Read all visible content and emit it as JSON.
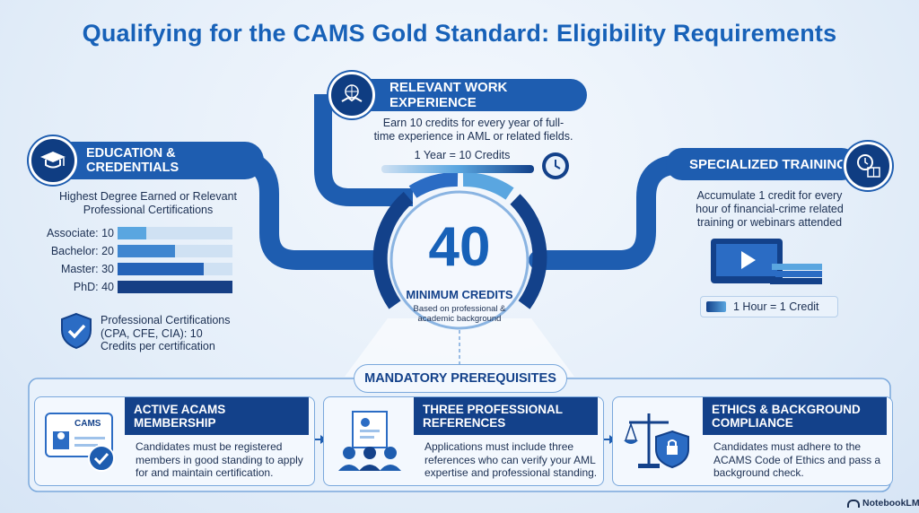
{
  "title": "Qualifying for the CAMS Gold Standard: Eligibility Requirements",
  "work_experience": {
    "heading": "RELEVANT WORK EXPERIENCE",
    "description": "Earn 10 credits for every year of full-time experience in AML or related fields.",
    "rate": "1 Year = 10 Credits"
  },
  "education": {
    "heading": "EDUCATION & CREDENTIALS",
    "subheading": "Highest Degree Earned or Relevant Professional Certifications",
    "degrees": [
      {
        "label": "Associate: 10",
        "value": 10,
        "color": "#5aa6e0"
      },
      {
        "label": "Bachelor: 20",
        "value": 20,
        "color": "#3f86d0"
      },
      {
        "label": "Master: 30",
        "value": 30,
        "color": "#2563b8"
      },
      {
        "label": "PhD: 40",
        "value": 40,
        "color": "#163f85"
      }
    ],
    "max_value": 40,
    "certifications": "Professional Certifications (CPA, CFE, CIA): 10 Credits per certification"
  },
  "training": {
    "heading": "SPECIALIZED TRAINING",
    "description": "Accumulate 1 credit for every hour of financial-crime related training or webinars attended",
    "rate": "1 Hour = 1 Credit"
  },
  "center": {
    "value": "40",
    "label": "MINIMUM CREDITS",
    "sublabel": "Based on professional & academic background"
  },
  "prerequisites": {
    "heading": "MANDATORY PREREQUISITES",
    "cards": [
      {
        "title": "ACTIVE ACAMS MEMBERSHIP",
        "body": "Candidates must be registered members in good standing to apply for and maintain certification.",
        "badge": "CAMS"
      },
      {
        "title": "THREE PROFESSIONAL REFERENCES",
        "body": "Applications must include three references who can verify your AML expertise and professional standing."
      },
      {
        "title": "ETHICS & BACKGROUND COMPLIANCE",
        "body": "Candidates must adhere to the ACAMS Code of Ethics and pass a background check."
      }
    ]
  },
  "watermark": "NotebookLM",
  "colors": {
    "primary": "#1e5db0",
    "dark": "#13418a",
    "accent": "#1761b8"
  }
}
